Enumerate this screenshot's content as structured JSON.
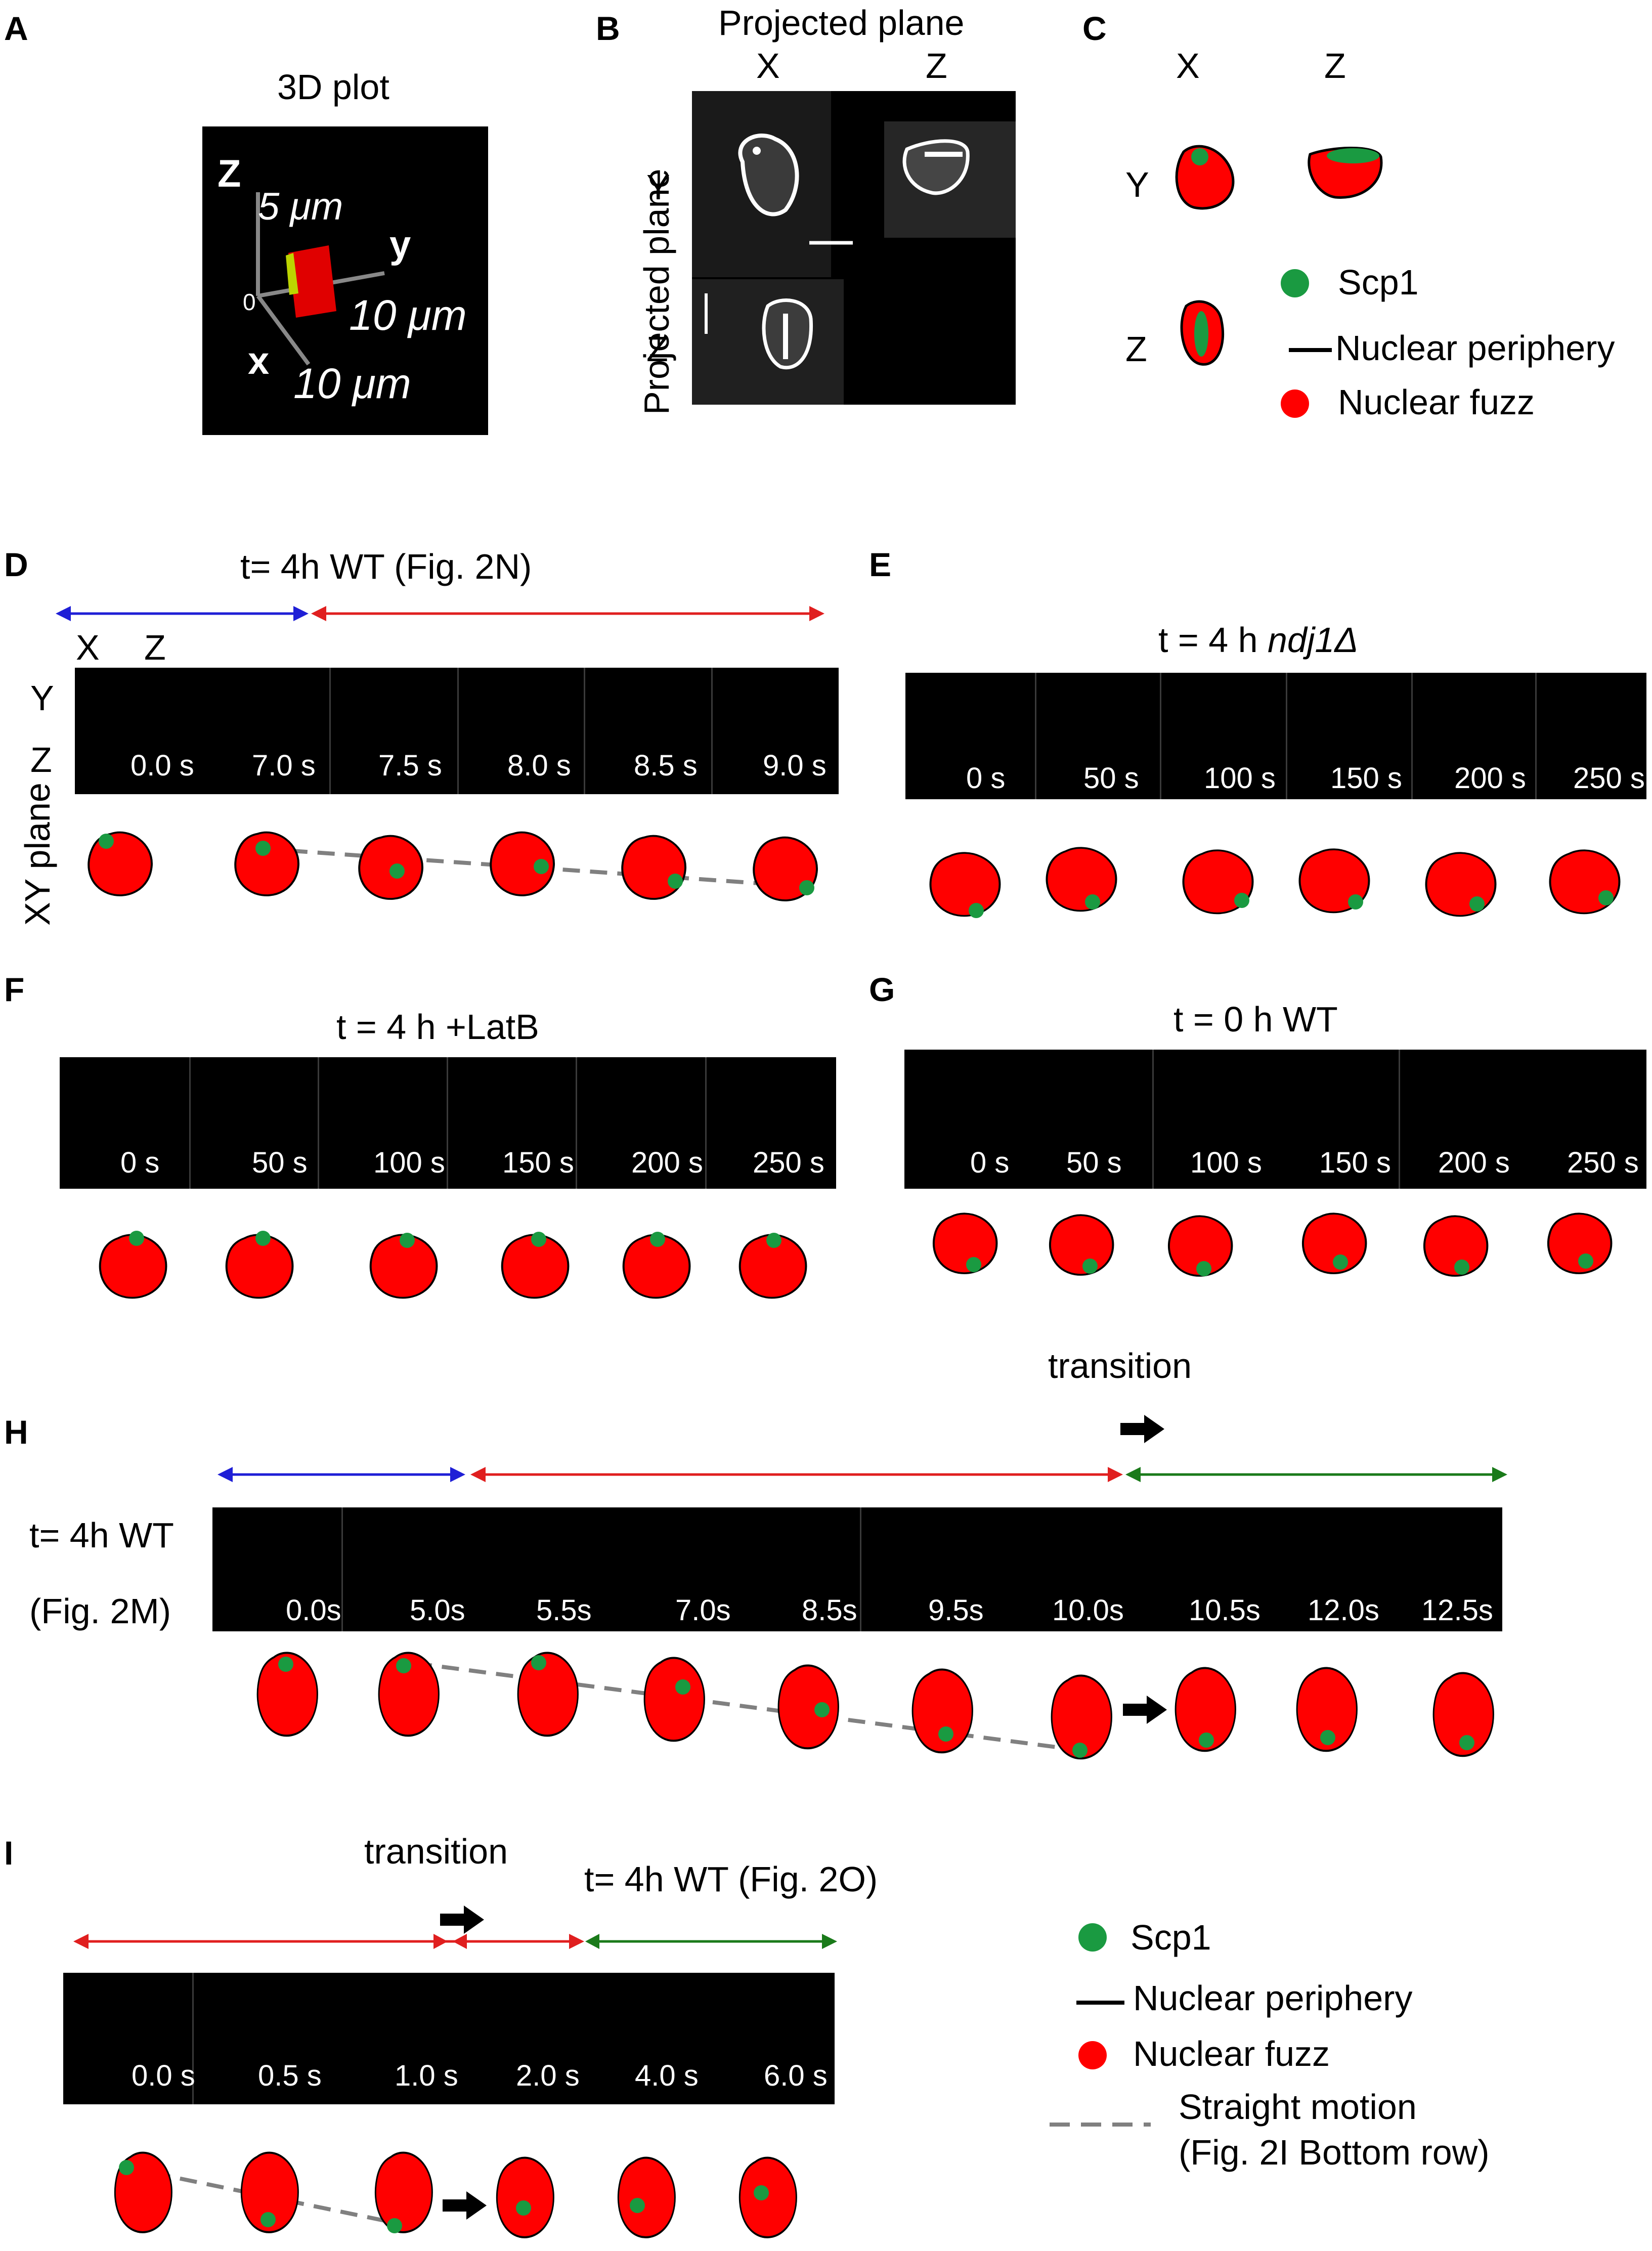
{
  "panel_letters": {
    "a": "A",
    "b": "B",
    "c": "C",
    "d": "D",
    "e": "E",
    "f": "F",
    "g": "G",
    "h": "H",
    "i": "I"
  },
  "panelA": {
    "title": "3D plot",
    "axis_z": "Z",
    "axis_y": "y",
    "axis_x": "x",
    "origin": "0",
    "z_len": "5 μm",
    "y_len": "10 μm",
    "x_len": "10 μm"
  },
  "panelB": {
    "top_title": "Projected plane",
    "col_x": "X",
    "col_z": "Z",
    "side_title": "Projected plane",
    "row_y": "Y",
    "row_z": "Z"
  },
  "panelC": {
    "col_x": "X",
    "col_z": "Z",
    "row_y": "Y",
    "row_z": "Z"
  },
  "legend": {
    "scp1": "Scp1",
    "periphery": "Nuclear periphery",
    "fuzz": "Nuclear fuzz",
    "straight_l1": "Straight motion",
    "straight_l2": "(Fig. 2I Bottom row)"
  },
  "panelD": {
    "title": "t= 4h WT (Fig. 2N)",
    "col_x": "X",
    "col_z": "Z",
    "row_y": "Y",
    "row_z": "Z",
    "side": "XY plane",
    "times": [
      "0.0 s",
      "7.0 s",
      "7.5 s",
      "8.0 s",
      "8.5 s",
      "9.0 s"
    ]
  },
  "panelE": {
    "title_pre": "t = 4 h ",
    "title_em": "ndj1Δ",
    "times": [
      "0 s",
      "50 s",
      "100 s",
      "150 s",
      "200 s",
      "250 s"
    ]
  },
  "panelF": {
    "title": "t = 4 h +LatB",
    "times": [
      "0 s",
      "50 s",
      "100 s",
      "150 s",
      "200 s",
      "250 s"
    ]
  },
  "panelG": {
    "title": "t = 0 h WT",
    "times": [
      "0 s",
      "50 s",
      "100 s",
      "150 s",
      "200 s",
      "250 s"
    ]
  },
  "panelH": {
    "side_l1": "t= 4h WT",
    "side_l2": "(Fig. 2M)",
    "transition": "transition",
    "times": [
      "0.0s",
      "5.0s",
      "5.5s",
      "7.0s",
      "8.5s",
      "9.5s",
      "10.0s",
      "10.5s",
      "12.0s",
      "12.5s"
    ]
  },
  "panelI": {
    "transition": "transition",
    "title": "t= 4h WT (Fig. 2O)",
    "times": [
      "0.0 s",
      "0.5 s",
      "1.0 s",
      "2.0 s",
      "4.0 s",
      "6.0 s"
    ]
  },
  "colors": {
    "fuzz": "#ff0000",
    "scp1": "#1a9a41",
    "periphery": "#000000",
    "blue_arrow": "#1f1fd6",
    "red_arrow": "#e01f1f",
    "green_arrow": "#1a7a1a",
    "dash": "#808080"
  }
}
